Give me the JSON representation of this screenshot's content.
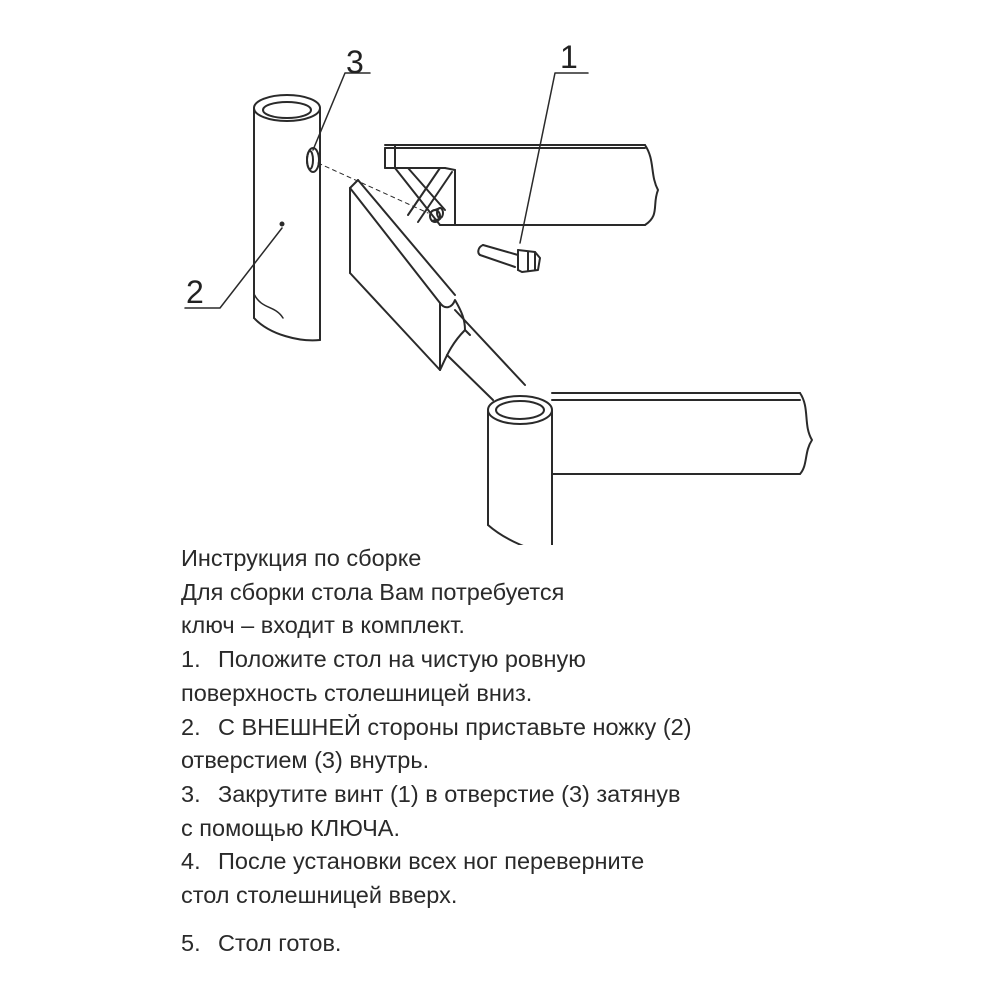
{
  "callouts": {
    "bolt": "1",
    "leg": "2",
    "hole": "3"
  },
  "instructions": {
    "title": "Инструкция по сборке",
    "intro_line1": "Для сборки стола Вам потребуется",
    "intro_line2": "ключ – входит в комплект.",
    "steps": [
      {
        "number": "1.",
        "line1": "Положите стол на чистую ровную",
        "line2": "поверхность столешницей вниз."
      },
      {
        "number": "2.",
        "line1": "С ВНЕШНЕЙ стороны приставьте ножку (2)",
        "line2": "отверстием (3) внутрь."
      },
      {
        "number": "3.",
        "line1": "Закрутите винт (1) в отверстие (3) затянув",
        "line2": "с помощью КЛЮЧА."
      },
      {
        "number": "4.",
        "line1": "После установки всех ног переверните",
        "line2": "стол столешницей вверх."
      },
      {
        "number": "5.",
        "line1": "Стол готов.",
        "line2": ""
      }
    ]
  },
  "colors": {
    "line": "#2a2a2a",
    "background": "#ffffff"
  }
}
